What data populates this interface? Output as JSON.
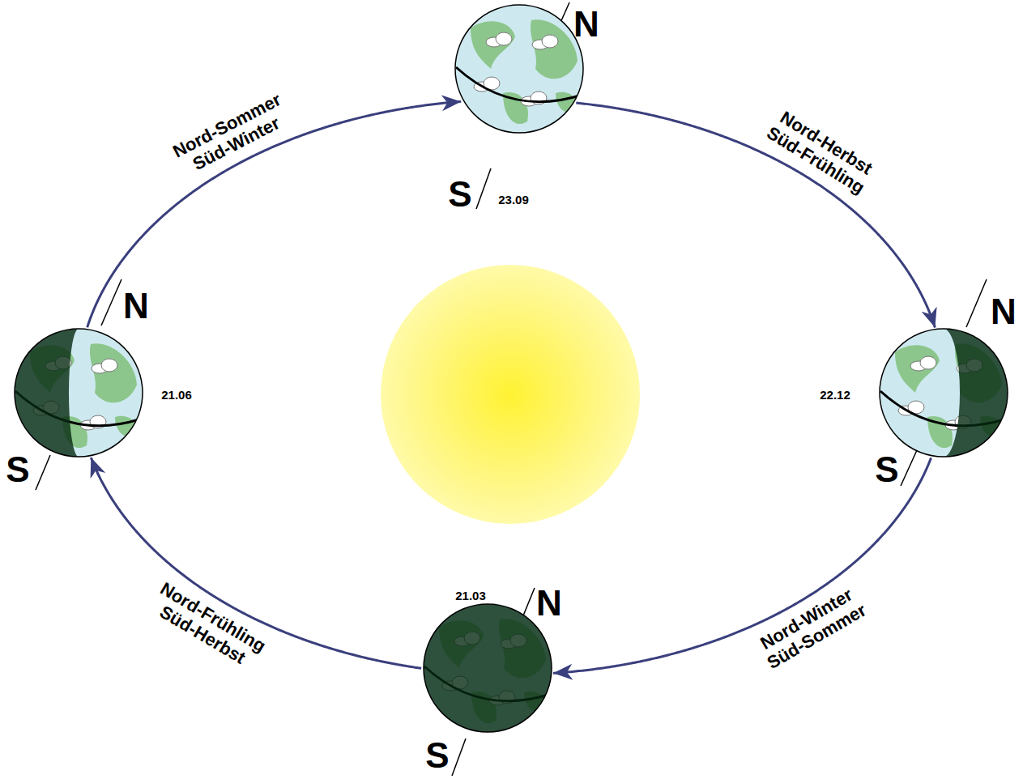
{
  "diagram": {
    "nodes": [
      {
        "text": [
          "N",
          "S",
          "23.09"
        ]
      },
      {
        "text": [
          "N",
          "S",
          "21.06"
        ]
      },
      {
        "text": [
          "N",
          "S",
          "22.12"
        ]
      },
      {
        "text": [
          "N",
          "S",
          "21.03"
        ]
      }
    ],
    "edges": [
      {
        "from": 1,
        "to": 0,
        "arrow": "to",
        "label": "Nord-Sommer Süd-Winter"
      },
      {
        "from": 0,
        "to": 2,
        "arrow": "to",
        "label": "Nord-Herbst Süd-Frühling"
      },
      {
        "from": 2,
        "to": 3,
        "arrow": "to",
        "label": "Nord-Winter Süd-Sommer"
      },
      {
        "from": 3,
        "to": 1,
        "arrow": "to",
        "label": "Nord-Frühling Süd-Herbst"
      }
    ]
  }
}
